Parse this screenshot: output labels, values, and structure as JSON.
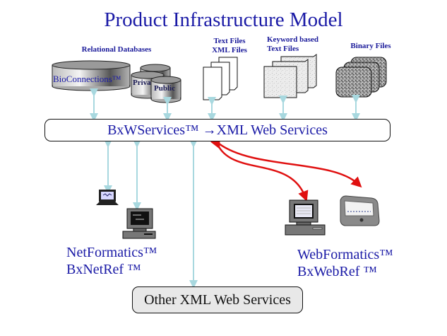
{
  "title": "Product Infrastructure Model",
  "sources": {
    "relational": {
      "label": "Relational Databases",
      "databases": [
        "BioConnections™",
        "Private",
        "Public"
      ],
      "visible_labels": [
        "BioConnections™",
        "Priva",
        "Public"
      ]
    },
    "text_files": {
      "label_line1": "Text Files",
      "label_line2": "XML Files"
    },
    "keyword_files": {
      "label_line1": "Keyword based",
      "label_line2": "Text Files"
    },
    "binary_files": {
      "label": "Binary Files"
    }
  },
  "bus": {
    "label": "BxWServices™ →XML Web Services"
  },
  "clients": {
    "net": {
      "line1": "NetFormatics™",
      "line2": "BxNetRef ™"
    },
    "web": {
      "line1": "WebFormatics™",
      "line2": "BxWebRef ™"
    }
  },
  "other_services": {
    "label": "Other XML Web Services"
  },
  "colors": {
    "title": "#1a1aa6",
    "connector": "#a8d8df",
    "web_connector": "#e01010",
    "bus_border": "#111111",
    "other_fill": "#e8e8e8"
  }
}
